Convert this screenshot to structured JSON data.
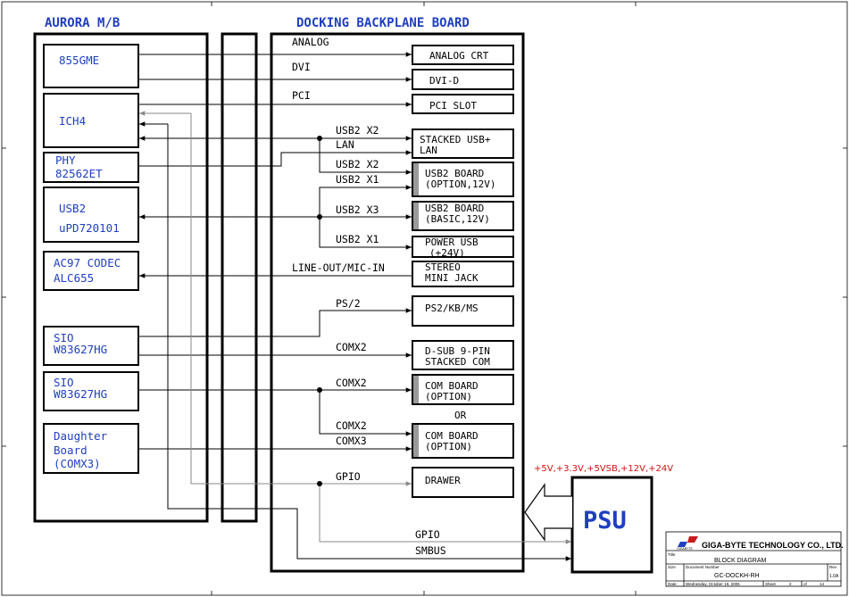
{
  "headers": {
    "left": "AURORA M/B",
    "right": "DOCKING BACKPLANE BOARD"
  },
  "left_blocks": {
    "b855": "855GME",
    "ich4": "ICH4",
    "phy": [
      "PHY",
      "82562ET"
    ],
    "usb2": [
      "USB2",
      "uPD720101"
    ],
    "ac97": [
      "AC97 CODEC",
      "ALC655"
    ],
    "sio1": [
      "SIO",
      "W83627HG"
    ],
    "sio2": [
      "SIO",
      "W83627HG"
    ],
    "daughter": [
      "Daughter",
      "Board",
      "(COMX3)"
    ]
  },
  "right_blocks": {
    "analog_crt": "ANALOG CRT",
    "dvi_d": "DVI-D",
    "pci_slot": "PCI SLOT",
    "stacked_usb": [
      "STACKED USB+",
      "LAN"
    ],
    "usb2_board_opt": [
      "USB2 BOARD",
      "(OPTION,12V)"
    ],
    "usb2_board_basic": [
      "USB2 BOARD",
      "(BASIC,12V)"
    ],
    "power_usb": [
      "POWER USB",
      "(+24V)"
    ],
    "stereo": [
      "STEREO",
      "MINI JACK"
    ],
    "ps2": "PS2/KB/MS",
    "dsub": [
      "D-SUB 9-PIN",
      "STACKED COM"
    ],
    "com_board1": [
      "COM BOARD",
      "(OPTION)"
    ],
    "or": "OR",
    "com_board2": [
      "COM BOARD",
      "(OPTION)"
    ],
    "drawer": "DRAWER"
  },
  "signals": {
    "analog": "ANALOG",
    "dvi": "DVI",
    "pci": "PCI",
    "usb2x2a": "USB2 X2",
    "lan": "LAN",
    "usb2x2b": "USB2 X2",
    "usb2x1a": "USB2 X1",
    "usb2x3": "USB2 X3",
    "usb2x1b": "USB2 X1",
    "lineout": "LINE-OUT/MIC-IN",
    "ps2": "PS/2",
    "comx2a": "COMX2",
    "comx2b": "COMX2",
    "comx2c": "COMX2",
    "comx3": "COMX3",
    "gpio1": "GPIO",
    "gpio2": "GPIO",
    "smbus": "SMBUS"
  },
  "psu": {
    "label": "PSU",
    "rails": "+5V,+3.3V,+5VSB,+12V,+24V"
  },
  "title_block": {
    "company": "GIGA-BYTE TECHNOLOGY CO., LTD.",
    "logo_text": "GIGABYTE",
    "title_caption": "Title",
    "title": "BLOCK DIAGRAM",
    "size_caption": "Size",
    "docnum_caption": "Document Number",
    "docnum": "GC-DOCKH-RH",
    "rev_caption": "Rev",
    "rev": "1.0A",
    "date_caption": "Date:",
    "date": "Wednesday, October 19, 2005",
    "sheet_caption": "Sheet",
    "sheet": "2",
    "of_caption": "of",
    "of_total": "14"
  },
  "colors": {
    "text_blue": "#1f3fbf",
    "line_black": "#000000",
    "line_gray": "#8a8a8a",
    "rail_red": "#d01010"
  }
}
